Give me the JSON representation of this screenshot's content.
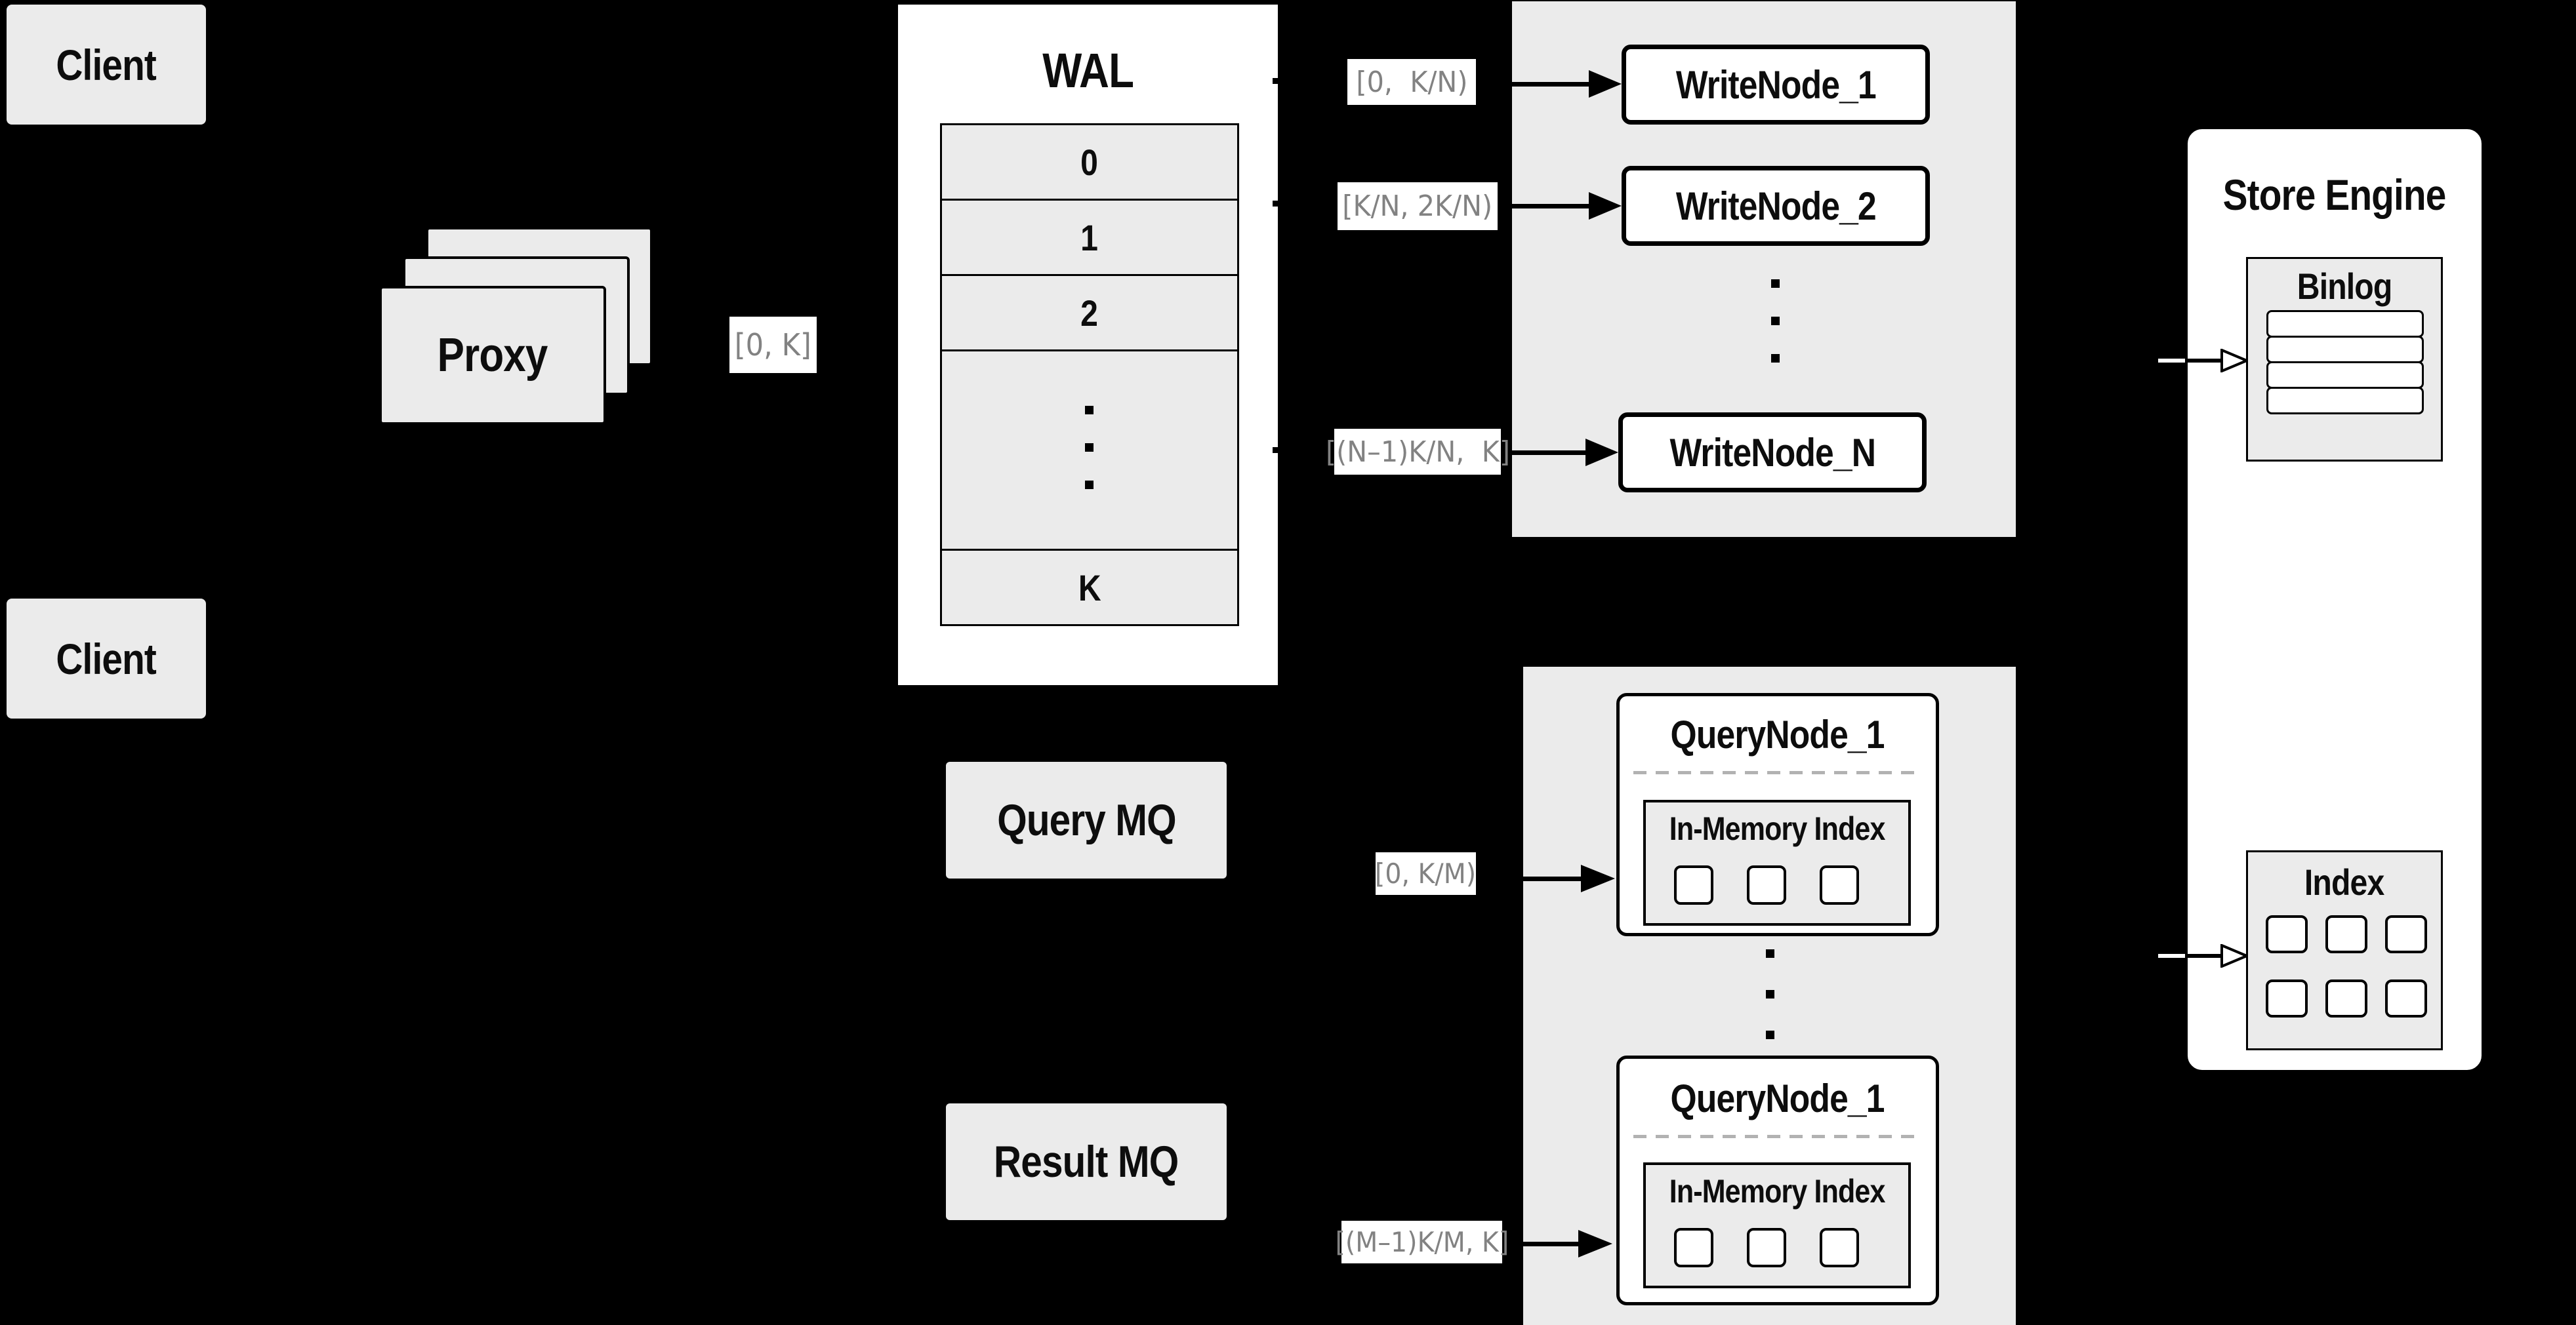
{
  "colors": {
    "background": "#000000",
    "panel_gray": "#ebebeb",
    "box_white": "#ffffff",
    "border_black": "#000000",
    "range_text_gray": "#828282"
  },
  "clients": {
    "top_label": "Client",
    "bottom_label": "Client"
  },
  "proxy": {
    "label": "Proxy",
    "range_label": "[0, K]"
  },
  "wal": {
    "title": "WAL",
    "segments": [
      "0",
      "1",
      "2"
    ],
    "last_segment": "K"
  },
  "write_cluster": {
    "nodes": [
      "WriteNode_1",
      "WriteNode_2",
      "WriteNode_N"
    ],
    "ranges": [
      "[0,  K/N)",
      "[K/N, 2K/N)",
      "[(N–1)K/N,  K]"
    ]
  },
  "mq": {
    "query_label": "Query MQ",
    "result_label": "Result MQ"
  },
  "query_cluster": {
    "nodes": [
      {
        "title": "QueryNode_1",
        "index_title": "In-Memory Index"
      },
      {
        "title": "QueryNode_1",
        "index_title": "In-Memory Index"
      }
    ],
    "ranges": [
      "[0, K/M)",
      "[(M–1)K/M, K]"
    ]
  },
  "store_engine": {
    "title": "Store Engine",
    "binlog_title": "Binlog",
    "index_title": "Index"
  }
}
